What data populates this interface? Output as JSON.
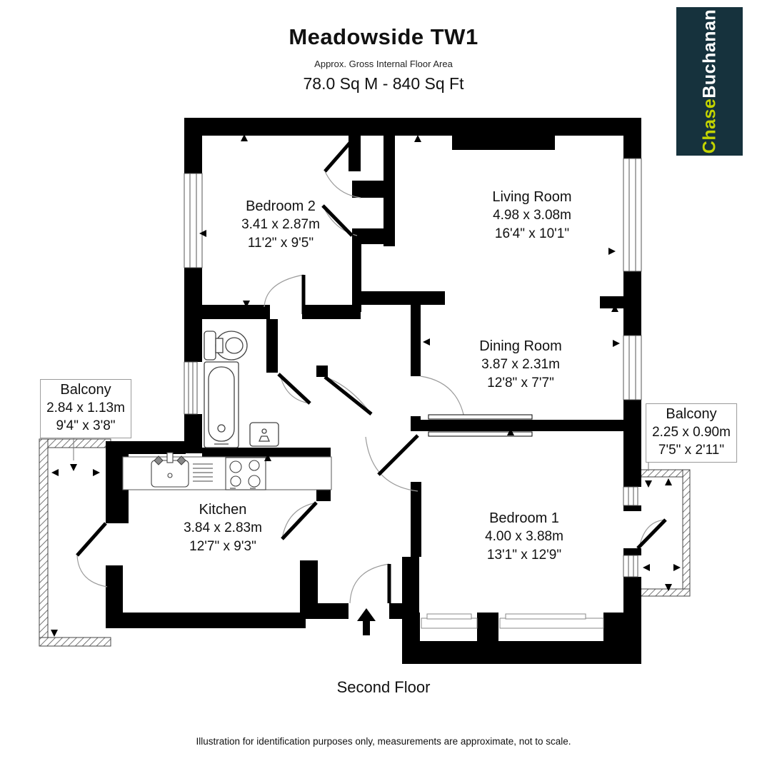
{
  "header": {
    "title": "Meadowside TW1",
    "subtitle": "Approx. Gross Internal Floor Area",
    "area": "78.0 Sq M - 840 Sq Ft"
  },
  "logo": {
    "part1": "Chase",
    "part2": "Buchanan",
    "bg_color": "#16323d",
    "part1_color": "#c3d400",
    "part2_color": "#ffffff"
  },
  "rooms": [
    {
      "id": "bedroom-2",
      "name": "Bedroom 2",
      "metric": "3.41 x 2.87m",
      "imperial": "11'2\" x 9'5\""
    },
    {
      "id": "living-room",
      "name": "Living Room",
      "metric": "4.98 x 3.08m",
      "imperial": "16'4\" x 10'1\""
    },
    {
      "id": "dining-room",
      "name": "Dining Room",
      "metric": "3.87 x 2.31m",
      "imperial": "12'8\" x 7'7\""
    },
    {
      "id": "kitchen",
      "name": "Kitchen",
      "metric": "3.84 x 2.83m",
      "imperial": "12'7\" x 9'3\""
    },
    {
      "id": "bedroom-1",
      "name": "Bedroom 1",
      "metric": "4.00 x 3.88m",
      "imperial": "13'1\" x 12'9\""
    },
    {
      "id": "balcony-left",
      "name": "Balcony",
      "metric": "2.84 x 1.13m",
      "imperial": "9'4\" x 3'8\""
    },
    {
      "id": "balcony-right",
      "name": "Balcony",
      "metric": "2.25 x 0.90m",
      "imperial": "7'5\" x 2'11\""
    }
  ],
  "floor_label": "Second Floor",
  "disclaimer": "Illustration for identification purposes only, measurements are approximate, not to scale."
}
